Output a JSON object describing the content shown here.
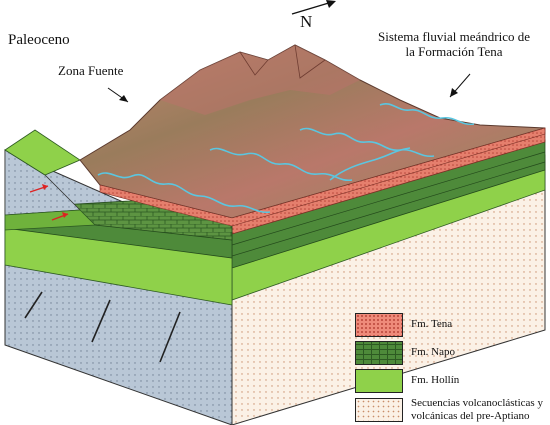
{
  "labels": {
    "period": "Paleoceno",
    "source_zone": "Zona Fuente",
    "fluvial_line1": "Sistema fluvial meándrico de",
    "fluvial_line2": "la Formación Tena",
    "north": "N"
  },
  "legend": [
    {
      "label": "Fm. Tena",
      "color": "#ee8a7a"
    },
    {
      "label": "Fm. Napo",
      "color": "#4e8a3a"
    },
    {
      "label": "Fm. Hollín",
      "color": "#8fd14a"
    },
    {
      "label": "Secuencias volcanoclásticas y",
      "label2": "volcánicas del pre-Aptiano",
      "color": "#fbf1e6"
    }
  ],
  "colors": {
    "tena": "#ee8a7a",
    "napo": "#4e8a3a",
    "hollin": "#8fd14a",
    "basement": "#fbf1e6",
    "basement_blue": "#b9c7d6",
    "river": "#5bc6e0",
    "terrain": "#a77462"
  }
}
